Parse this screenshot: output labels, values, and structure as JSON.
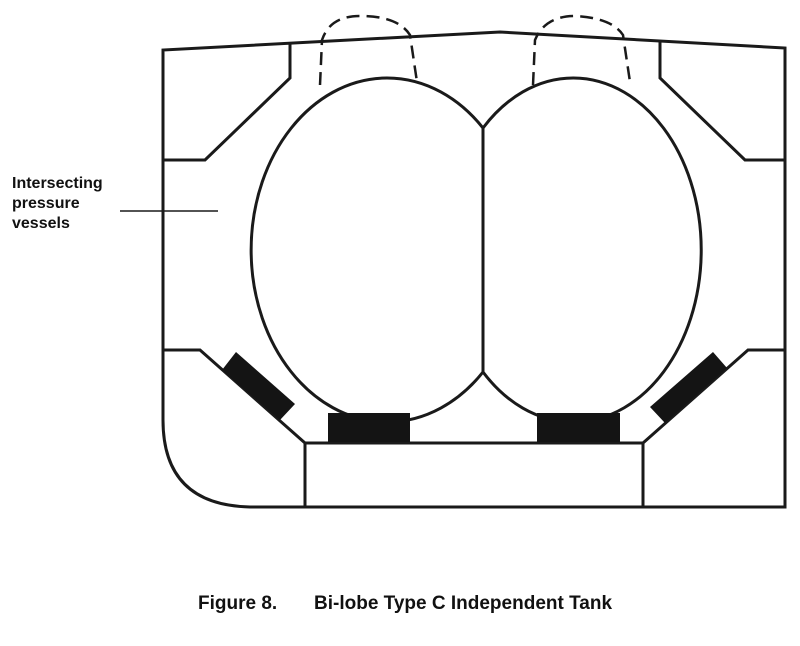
{
  "diagram": {
    "label_lines": [
      "Intersecting",
      "pressure",
      "vessels"
    ],
    "caption": {
      "figure_number": "Figure 8.",
      "title": "Bi-lobe Type C Independent Tank"
    }
  },
  "colors": {
    "stroke": "#1a1a1a",
    "support": "#141414",
    "background": "#ffffff"
  }
}
